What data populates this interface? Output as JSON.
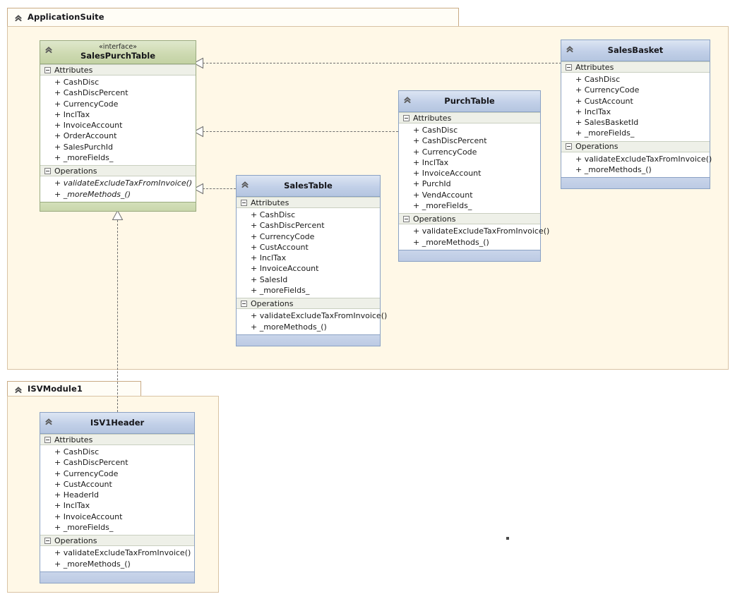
{
  "diagram": {
    "type": "uml-class-diagram",
    "canvas_background": "#ffffff",
    "package_fill": "#fff8e7",
    "package_border": "#d9c3a4",
    "interface_header_color": "#c9d7ab",
    "class_header_color": "#bccae4"
  },
  "packages": [
    {
      "name": "ApplicationSuite",
      "icon": "package-chevron-icon"
    },
    {
      "name": "ISVModule1",
      "icon": "package-chevron-icon"
    }
  ],
  "section_labels": {
    "attributes": "Attributes",
    "operations": "Operations"
  },
  "classes": [
    {
      "id": "salespurchtable",
      "name": "SalesPurchTable",
      "stereotype": "«interface»",
      "kind": "interface",
      "icon": "class-chevron-icon",
      "attributes": [
        "+ CashDisc",
        "+ CashDiscPercent",
        "+ CurrencyCode",
        "+ InclTax",
        "+ InvoiceAccount",
        "+ OrderAccount",
        "+ SalesPurchId",
        "+ _moreFields_"
      ],
      "operations": [
        "+ validateExcludeTaxFromInvoice()",
        "+ _moreMethods_()"
      ]
    },
    {
      "id": "salestable",
      "name": "SalesTable",
      "stereotype": "",
      "kind": "class",
      "icon": "class-chevron-icon",
      "attributes": [
        "+ CashDisc",
        "+ CashDiscPercent",
        "+ CurrencyCode",
        "+ CustAccount",
        "+ InclTax",
        "+ InvoiceAccount",
        "+ SalesId",
        "+ _moreFields_"
      ],
      "operations": [
        "+ validateExcludeTaxFromInvoice()",
        "+ _moreMethods_()"
      ]
    },
    {
      "id": "purchtable",
      "name": "PurchTable",
      "stereotype": "",
      "kind": "class",
      "icon": "class-chevron-icon",
      "attributes": [
        "+ CashDisc",
        "+ CashDiscPercent",
        "+ CurrencyCode",
        "+ InclTax",
        "+ InvoiceAccount",
        "+ PurchId",
        "+ VendAccount",
        "+ _moreFields_"
      ],
      "operations": [
        "+ validateExcludeTaxFromInvoice()",
        "+ _moreMethods_()"
      ]
    },
    {
      "id": "salesbasket",
      "name": "SalesBasket",
      "stereotype": "",
      "kind": "class",
      "icon": "class-chevron-icon",
      "attributes": [
        "+ CashDisc",
        "+ CurrencyCode",
        "+ CustAccount",
        "+ InclTax",
        "+ SalesBasketId",
        "+ _moreFields_"
      ],
      "operations": [
        "+ validateExcludeTaxFromInvoice()",
        "+ _moreMethods_()"
      ]
    },
    {
      "id": "isv1header",
      "name": "ISV1Header",
      "stereotype": "",
      "kind": "class",
      "icon": "class-chevron-icon",
      "attributes": [
        "+ CashDisc",
        "+ CashDiscPercent",
        "+ CurrencyCode",
        "+ CustAccount",
        "+ HeaderId",
        "+ InclTax",
        "+ InvoiceAccount",
        "+ _moreFields_"
      ],
      "operations": [
        "+ validateExcludeTaxFromInvoice()",
        "+ _moreMethods_()"
      ]
    }
  ],
  "relationships": [
    {
      "from": "salesbasket",
      "to": "salespurchtable",
      "type": "realization"
    },
    {
      "from": "purchtable",
      "to": "salespurchtable",
      "type": "realization"
    },
    {
      "from": "salestable",
      "to": "salespurchtable",
      "type": "realization"
    },
    {
      "from": "isv1header",
      "to": "salespurchtable",
      "type": "realization"
    }
  ]
}
